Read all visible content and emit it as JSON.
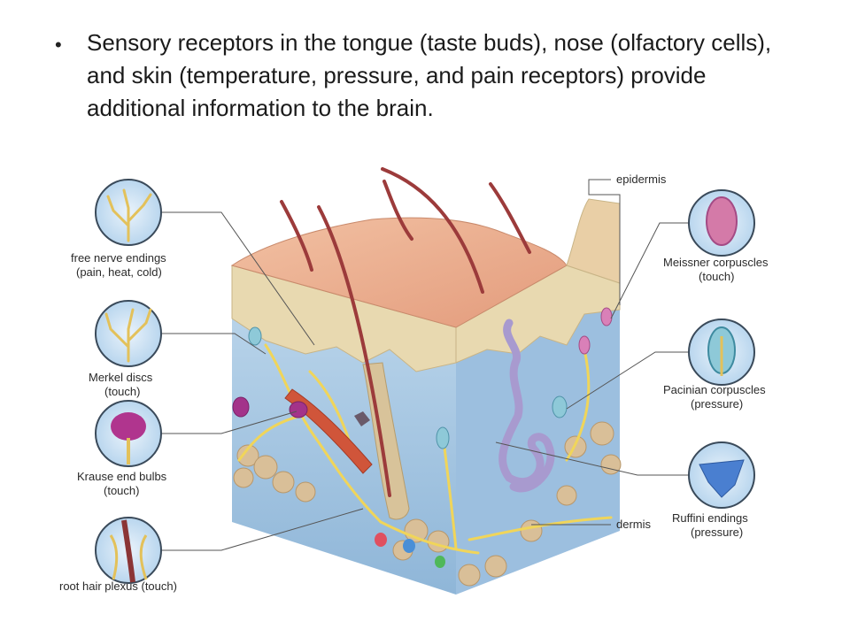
{
  "bullet": {
    "text": "Sensory receptors in the tongue (taste buds), nose (olfactory cells), and skin (temperature, pressure, and pain receptors) provide additional information to the brain."
  },
  "diagram": {
    "left_labels": [
      {
        "line1": "free nerve endings",
        "line2": "(pain, heat, cold)"
      },
      {
        "line1": "Merkel discs",
        "line2": "(touch)"
      },
      {
        "line1": "Krause end bulbs",
        "line2": "(touch)"
      },
      {
        "line1": "root hair plexus (touch)",
        "line2": ""
      }
    ],
    "right_labels": [
      {
        "line1": "epidermis",
        "line2": ""
      },
      {
        "line1": "Meissner corpuscles",
        "line2": "(touch)"
      },
      {
        "line1": "Pacinian corpuscles",
        "line2": "(pressure)"
      },
      {
        "line1": "Ruffini endings",
        "line2": "(pressure)"
      },
      {
        "line1": "dermis",
        "line2": ""
      }
    ]
  }
}
